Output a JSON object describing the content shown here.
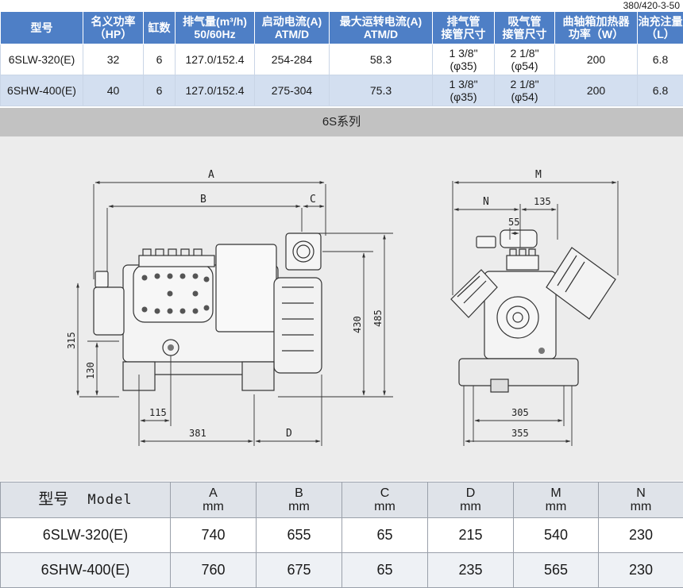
{
  "doc_id": "380/420-3-50",
  "spec_table": {
    "headers": [
      [
        "型号",
        ""
      ],
      [
        "名义功率",
        "（HP）"
      ],
      [
        "缸数",
        ""
      ],
      [
        "排气量(m³/h)",
        "50/60Hz"
      ],
      [
        "启动电流(A)",
        "ATM/D"
      ],
      [
        "最大运转电流(A)",
        "ATM/D"
      ],
      [
        "排气管",
        "接管尺寸"
      ],
      [
        "吸气管",
        "接管尺寸"
      ],
      [
        "曲轴箱加热器",
        "功率（W）"
      ],
      [
        "油充注量",
        "（L）"
      ]
    ],
    "rows": [
      [
        "6SLW-320(E)",
        "32",
        "6",
        "127.0/152.4",
        "254-284",
        "58.3",
        "1 3/8\"",
        "(φ35)",
        "2 1/8\"",
        "(φ54)",
        "200",
        "6.8"
      ],
      [
        "6SHW-400(E)",
        "40",
        "6",
        "127.0/152.4",
        "275-304",
        "75.3",
        "1 3/8\"",
        "(φ35)",
        "2 1/8\"",
        "(φ54)",
        "200",
        "6.8"
      ]
    ]
  },
  "series_label": "6S系列",
  "drawing": {
    "side_labels": {
      "A": "A",
      "B": "B",
      "C": "C",
      "D": "D",
      "h315": "315",
      "h130": "130",
      "w115": "115",
      "w381": "381",
      "h430": "430",
      "h485": "485"
    },
    "front_labels": {
      "M": "M",
      "N": "N",
      "w135": "135",
      "w55": "55",
      "w305": "305",
      "w355": "355"
    }
  },
  "dim_table": {
    "header_model_cn": "型号",
    "header_model_en": "Model",
    "columns": [
      {
        "name": "A",
        "unit": "mm"
      },
      {
        "name": "B",
        "unit": "mm"
      },
      {
        "name": "C",
        "unit": "mm"
      },
      {
        "name": "D",
        "unit": "mm"
      },
      {
        "name": "M",
        "unit": "mm"
      },
      {
        "name": "N",
        "unit": "mm"
      }
    ],
    "rows": [
      {
        "model": "6SLW-320(E)",
        "values": [
          "740",
          "655",
          "65",
          "215",
          "540",
          "230"
        ]
      },
      {
        "model": "6SHW-400(E)",
        "values": [
          "760",
          "675",
          "65",
          "235",
          "565",
          "230"
        ]
      }
    ]
  }
}
